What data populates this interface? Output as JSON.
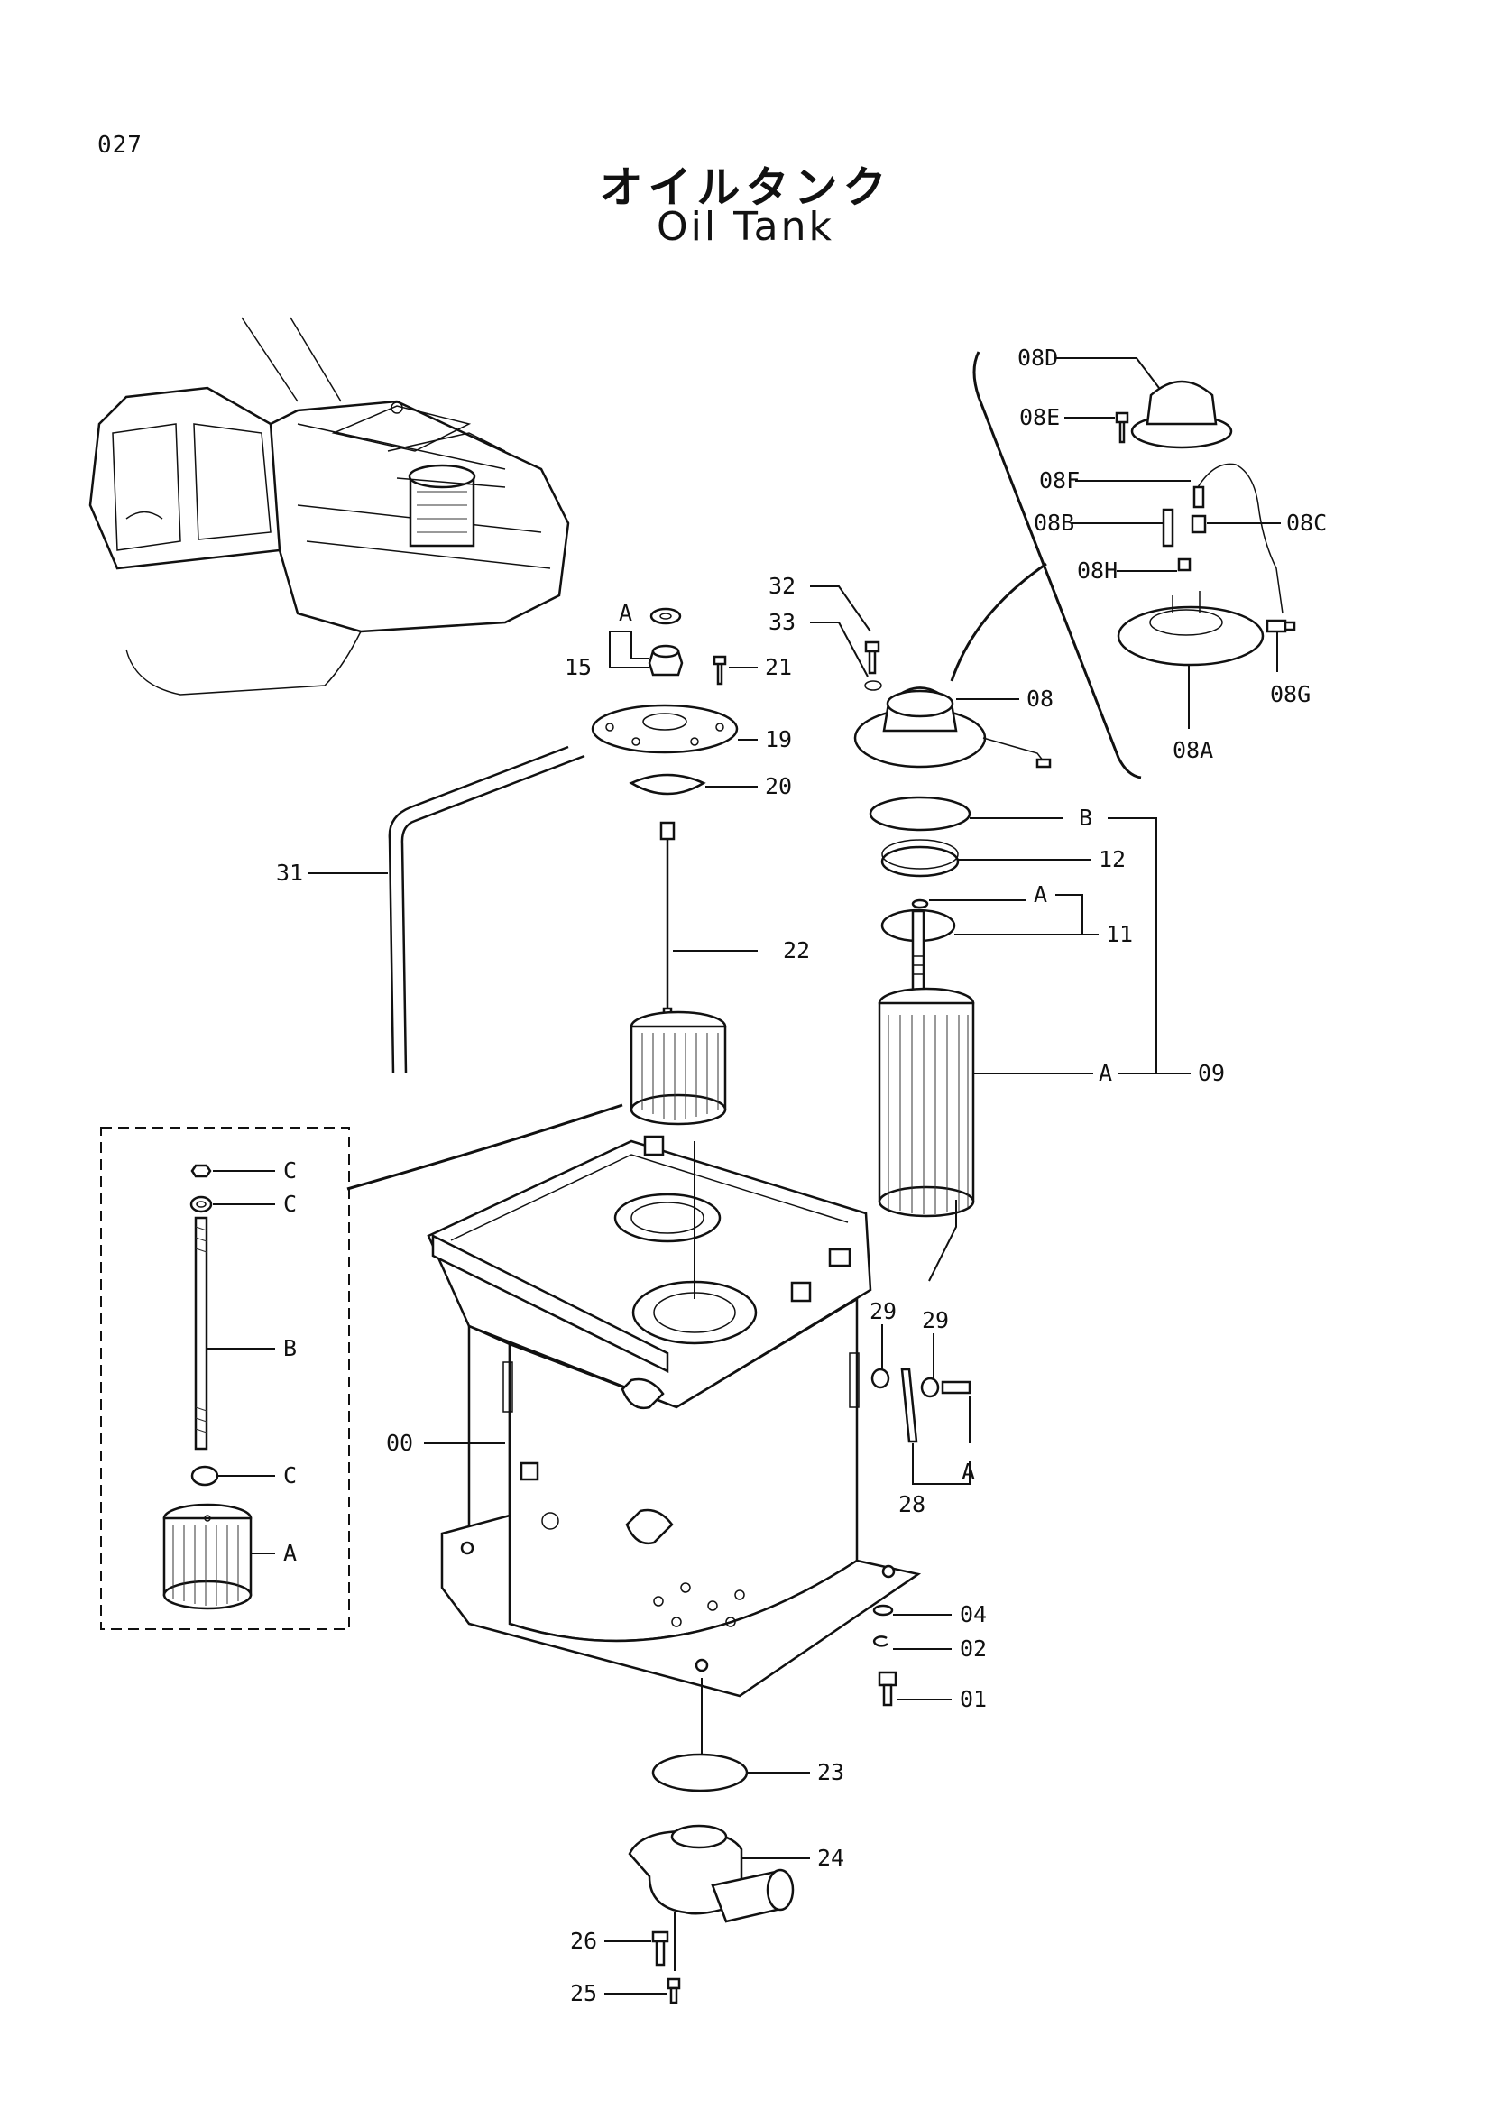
{
  "page_number": "027",
  "title_jp": "オイルタンク",
  "title_en": "Oil Tank",
  "callouts": {
    "c32": "32",
    "c33": "33",
    "c08": "08",
    "c08D": "08D",
    "c08E": "08E",
    "c08F": "08F",
    "c08B": "08B",
    "c08C": "08C",
    "c08H": "08H",
    "c08G": "08G",
    "c08A": "08A",
    "c15": "15",
    "c21": "21",
    "c19": "19",
    "c20": "20",
    "c31": "31",
    "c22": "22",
    "c12": "12",
    "c11": "11",
    "c09": "09",
    "c29a": "29",
    "c29b": "29",
    "c28": "28",
    "c00": "00",
    "c04": "04",
    "c02": "02",
    "c01": "01",
    "c23": "23",
    "c24": "24",
    "c26": "26",
    "c25": "25",
    "a_cap": "A",
    "b_gasket": "B",
    "a_valve": "A",
    "a_element": "A",
    "a_bolt": "A",
    "ins_c1": "C",
    "ins_c2": "C",
    "ins_b": "B",
    "ins_c3": "C",
    "ins_a": "A"
  }
}
